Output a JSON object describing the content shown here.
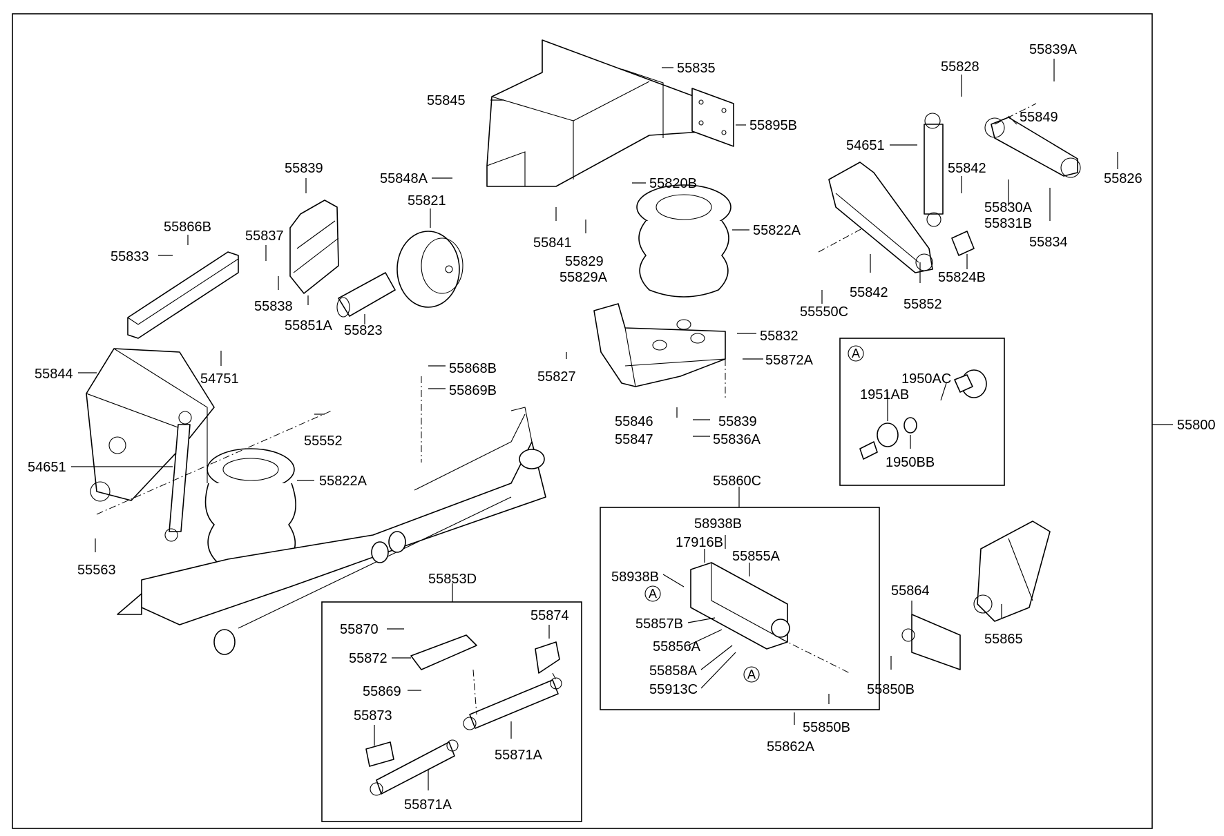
{
  "diagram": {
    "assembly_number": "55800",
    "detail_marker": "A",
    "groups": {
      "shock_absorber_kit": "55853D",
      "hardware_kit": "55860C"
    },
    "labels": [
      "55835",
      "55839A",
      "55828",
      "55845",
      "55895B",
      "55849",
      "54651",
      "55848A",
      "55820B",
      "55842",
      "55826",
      "55839",
      "55821",
      "55830A",
      "55831B",
      "55866B",
      "55837",
      "55822A",
      "55834",
      "55833",
      "55841",
      "55829",
      "55829A",
      "55838",
      "55851A",
      "55823",
      "55824B",
      "55842",
      "55550C",
      "55852",
      "55832",
      "55827",
      "55872A",
      "55844",
      "54751",
      "55868B",
      "55869B",
      "55846",
      "55847",
      "55839",
      "55836A",
      "55552",
      "54651",
      "55822A",
      "55563",
      "58938B",
      "17916B",
      "55855A",
      "58938B",
      "55857B",
      "55856A",
      "55858A",
      "55913C",
      "55864",
      "55865",
      "55850B",
      "55850B",
      "55862A",
      "55870",
      "55874",
      "55872",
      "55869",
      "55873",
      "55871A",
      "55871A",
      "1951AB",
      "1950AC",
      "1950BB"
    ]
  }
}
